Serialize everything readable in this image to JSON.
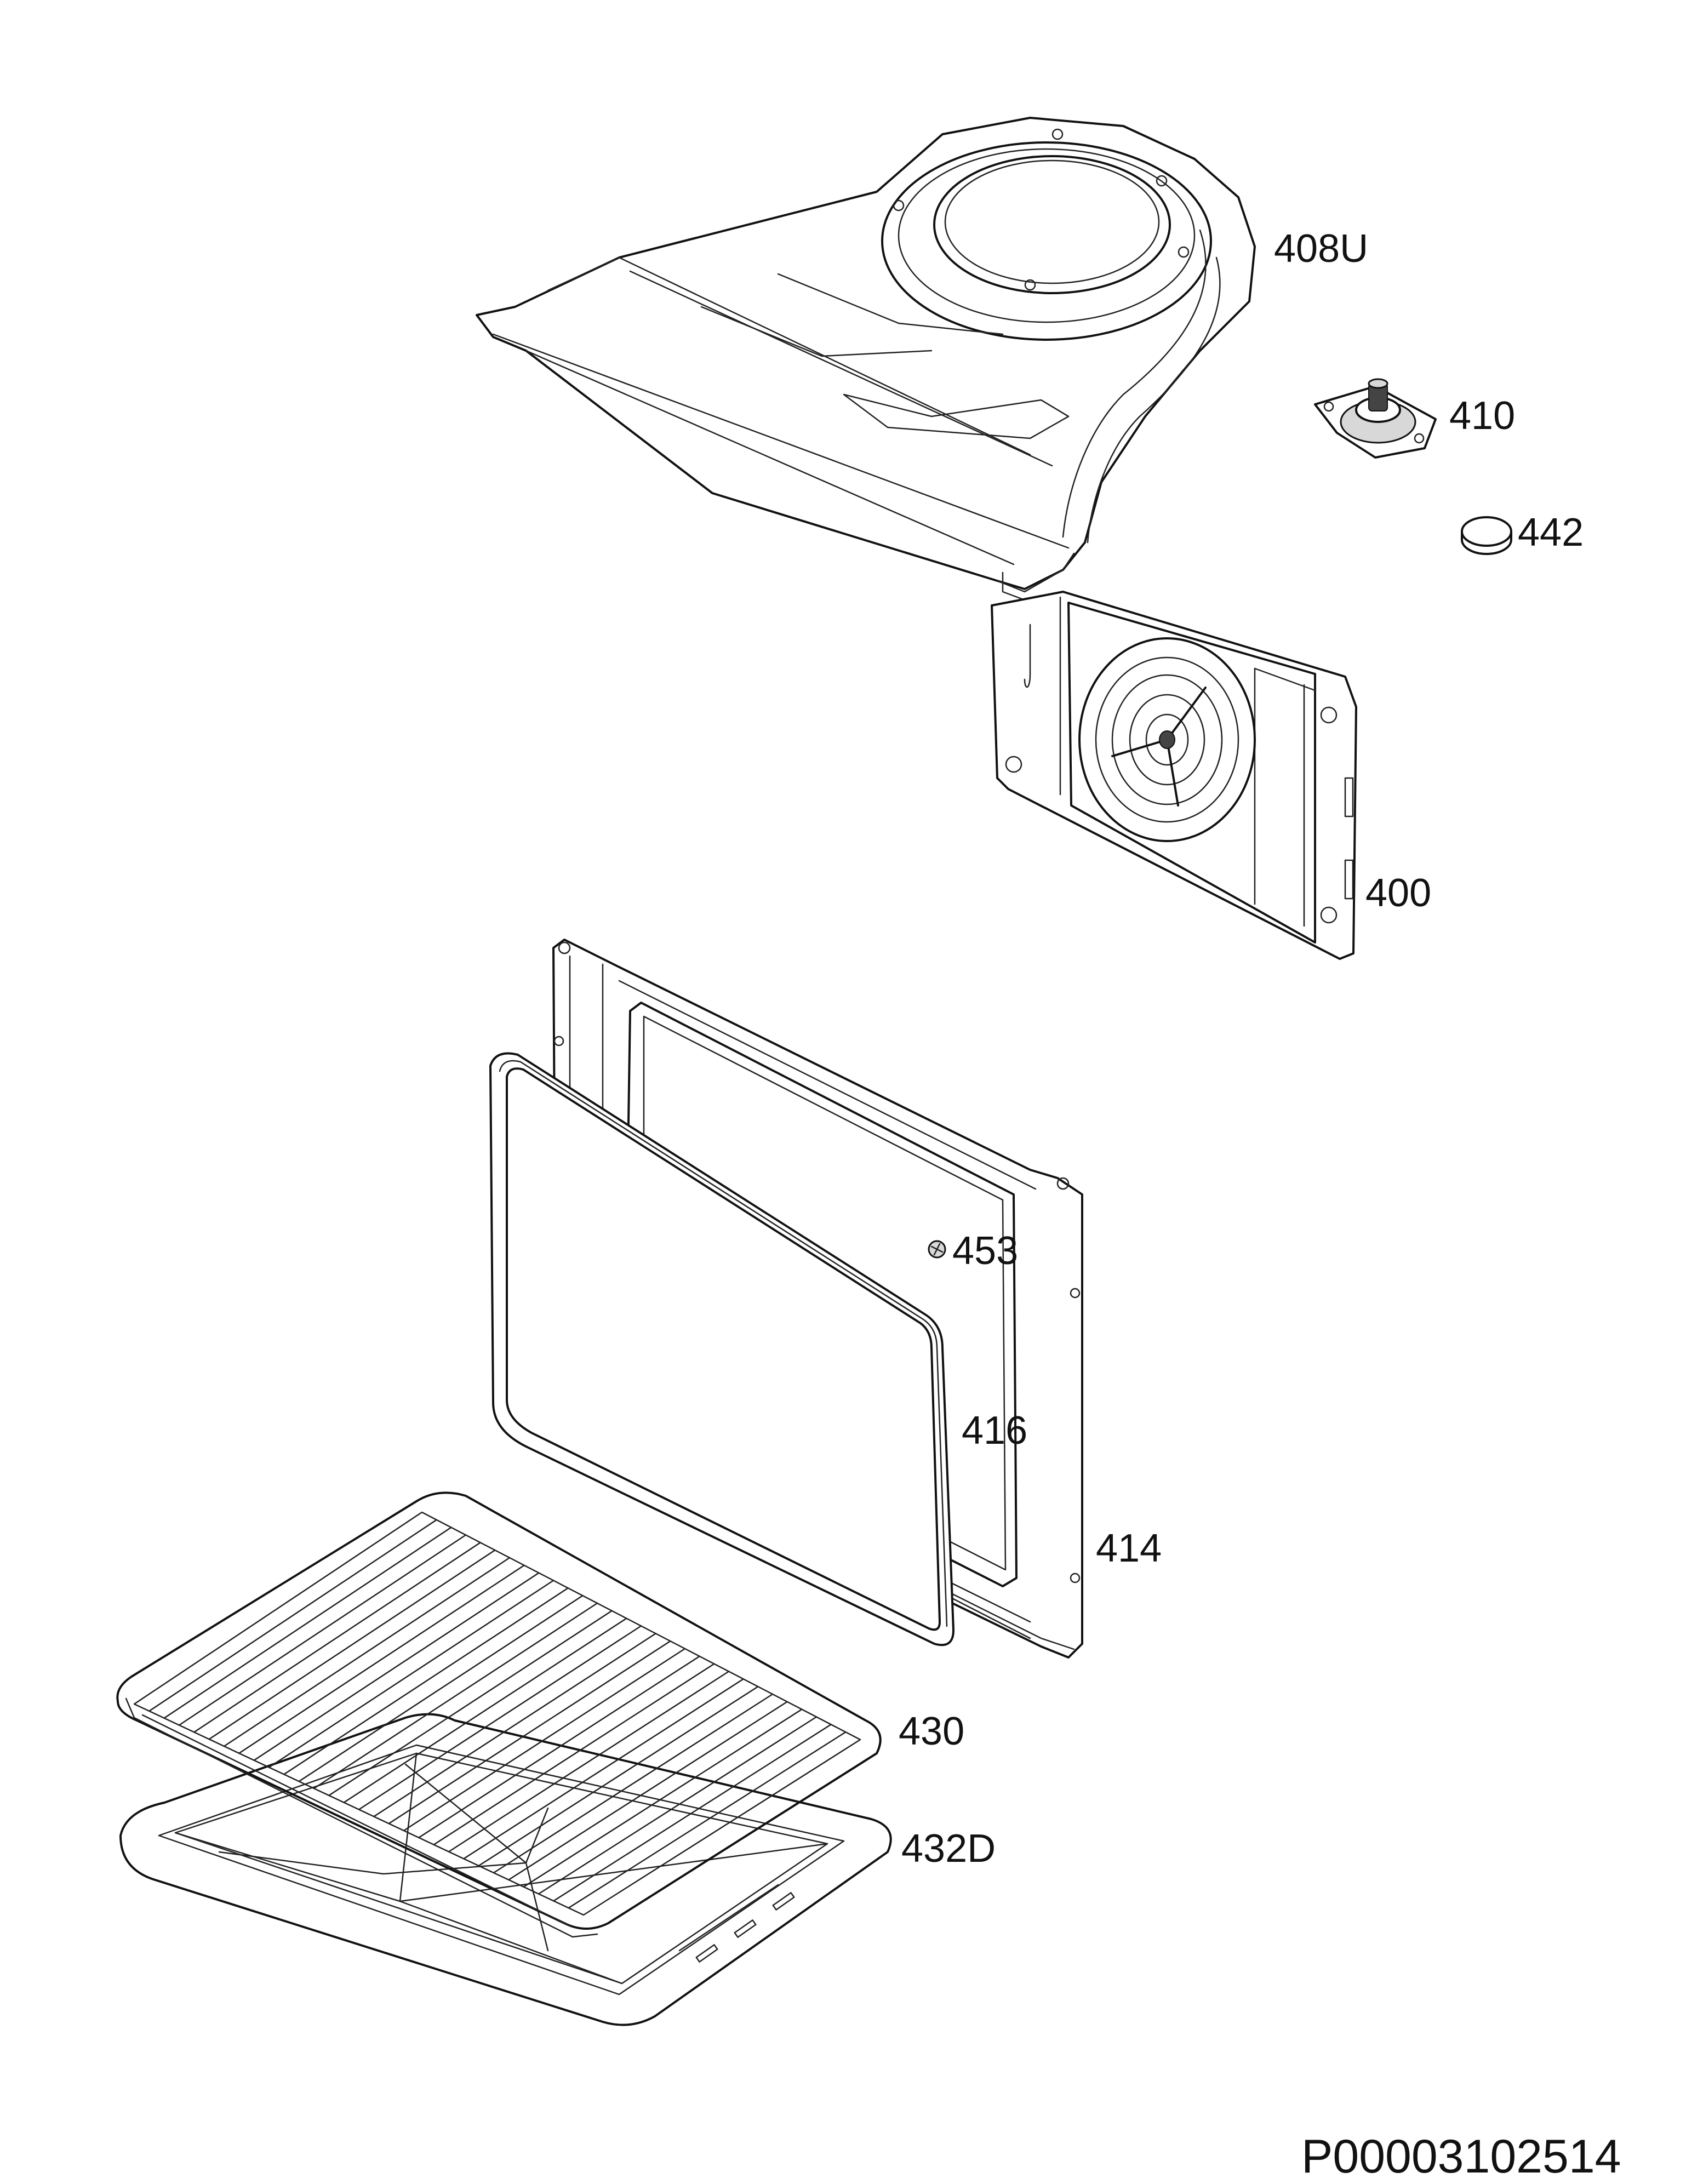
{
  "diagram": {
    "document_id": "P00003102514",
    "callouts": {
      "p408U": "408U",
      "p410": "410",
      "p442": "442",
      "p400": "400",
      "p453": "453",
      "p416": "416",
      "p414": "414",
      "p430": "430",
      "p432D": "432D"
    }
  }
}
